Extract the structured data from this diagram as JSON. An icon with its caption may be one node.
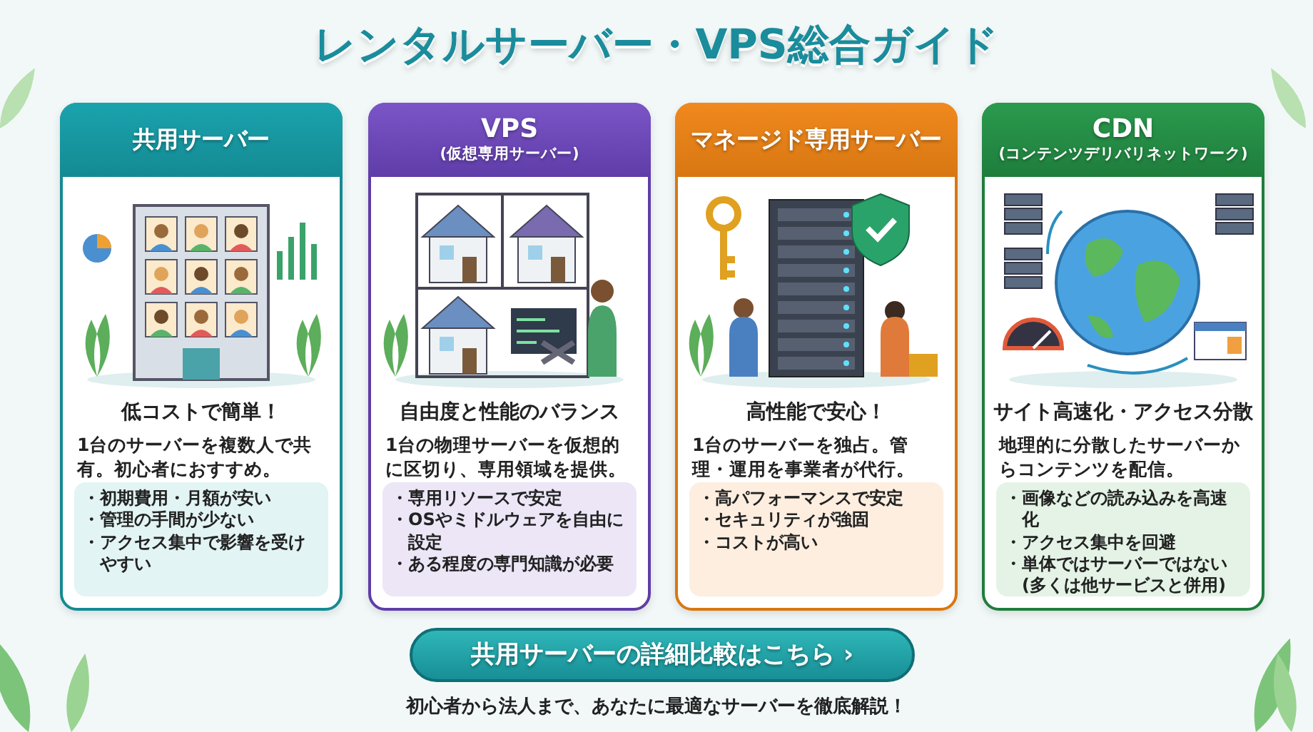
{
  "diagram": {
    "title": "レンタルサーバー・VPS総合ガイド",
    "caption": "初心者から法人まで、あなたに最適なサーバーを徹底解説！",
    "nodes": [
      {
        "text": [
          "低コストで簡単！",
          "1台のサーバーを複数人で共有。初心者におすすめ。"
        ]
      },
      {
        "text": [
          "共用サーバー"
        ],
        "in": 0
      },
      {
        "text": [
          "・初期費用・月額が安い",
          "・管理の手間が少ない",
          "・アクセス集中で影響を受けやすい"
        ],
        "in": 0
      },
      {
        "text": [
          "自由度と性能のバランス",
          "1台の物理サーバーを仮想的に区切り、専用領域を提供。"
        ]
      },
      {
        "text": [
          "VPS",
          "(仮想専用サーバー)"
        ],
        "in": 3
      },
      {
        "text": [
          "・専用リソースで安定",
          "・OSやミドルウェアを自由に設定",
          "・ある程度の専門知識が必要"
        ],
        "in": 3
      },
      {
        "text": [
          "高性能で安心！",
          "1台のサーバーを独占。管理・運用を事業者が代行。"
        ]
      },
      {
        "text": [
          "マネージド専用サーバー"
        ],
        "in": 6
      },
      {
        "text": [
          "・高パフォーマンスで安定",
          "・セキュリティが強固",
          "・コストが高い"
        ],
        "in": 6
      },
      {
        "text": [
          "サイト高速化・アクセス分散",
          "地理的に分散したサーバーからコンテンツを配信。"
        ]
      },
      {
        "text": [
          "CDN",
          "(コンテンツデリバリネットワーク)"
        ],
        "in": 9
      },
      {
        "text": [
          "・画像などの読み込みを高速化",
          "・アクセス集中を回避",
          "・単体ではサーバーではない (多くは他サービスと併用)"
        ],
        "in": 9
      },
      {
        "text": [
          "共用サーバーの詳細比較はこちら ›"
        ]
      }
    ]
  }
}
